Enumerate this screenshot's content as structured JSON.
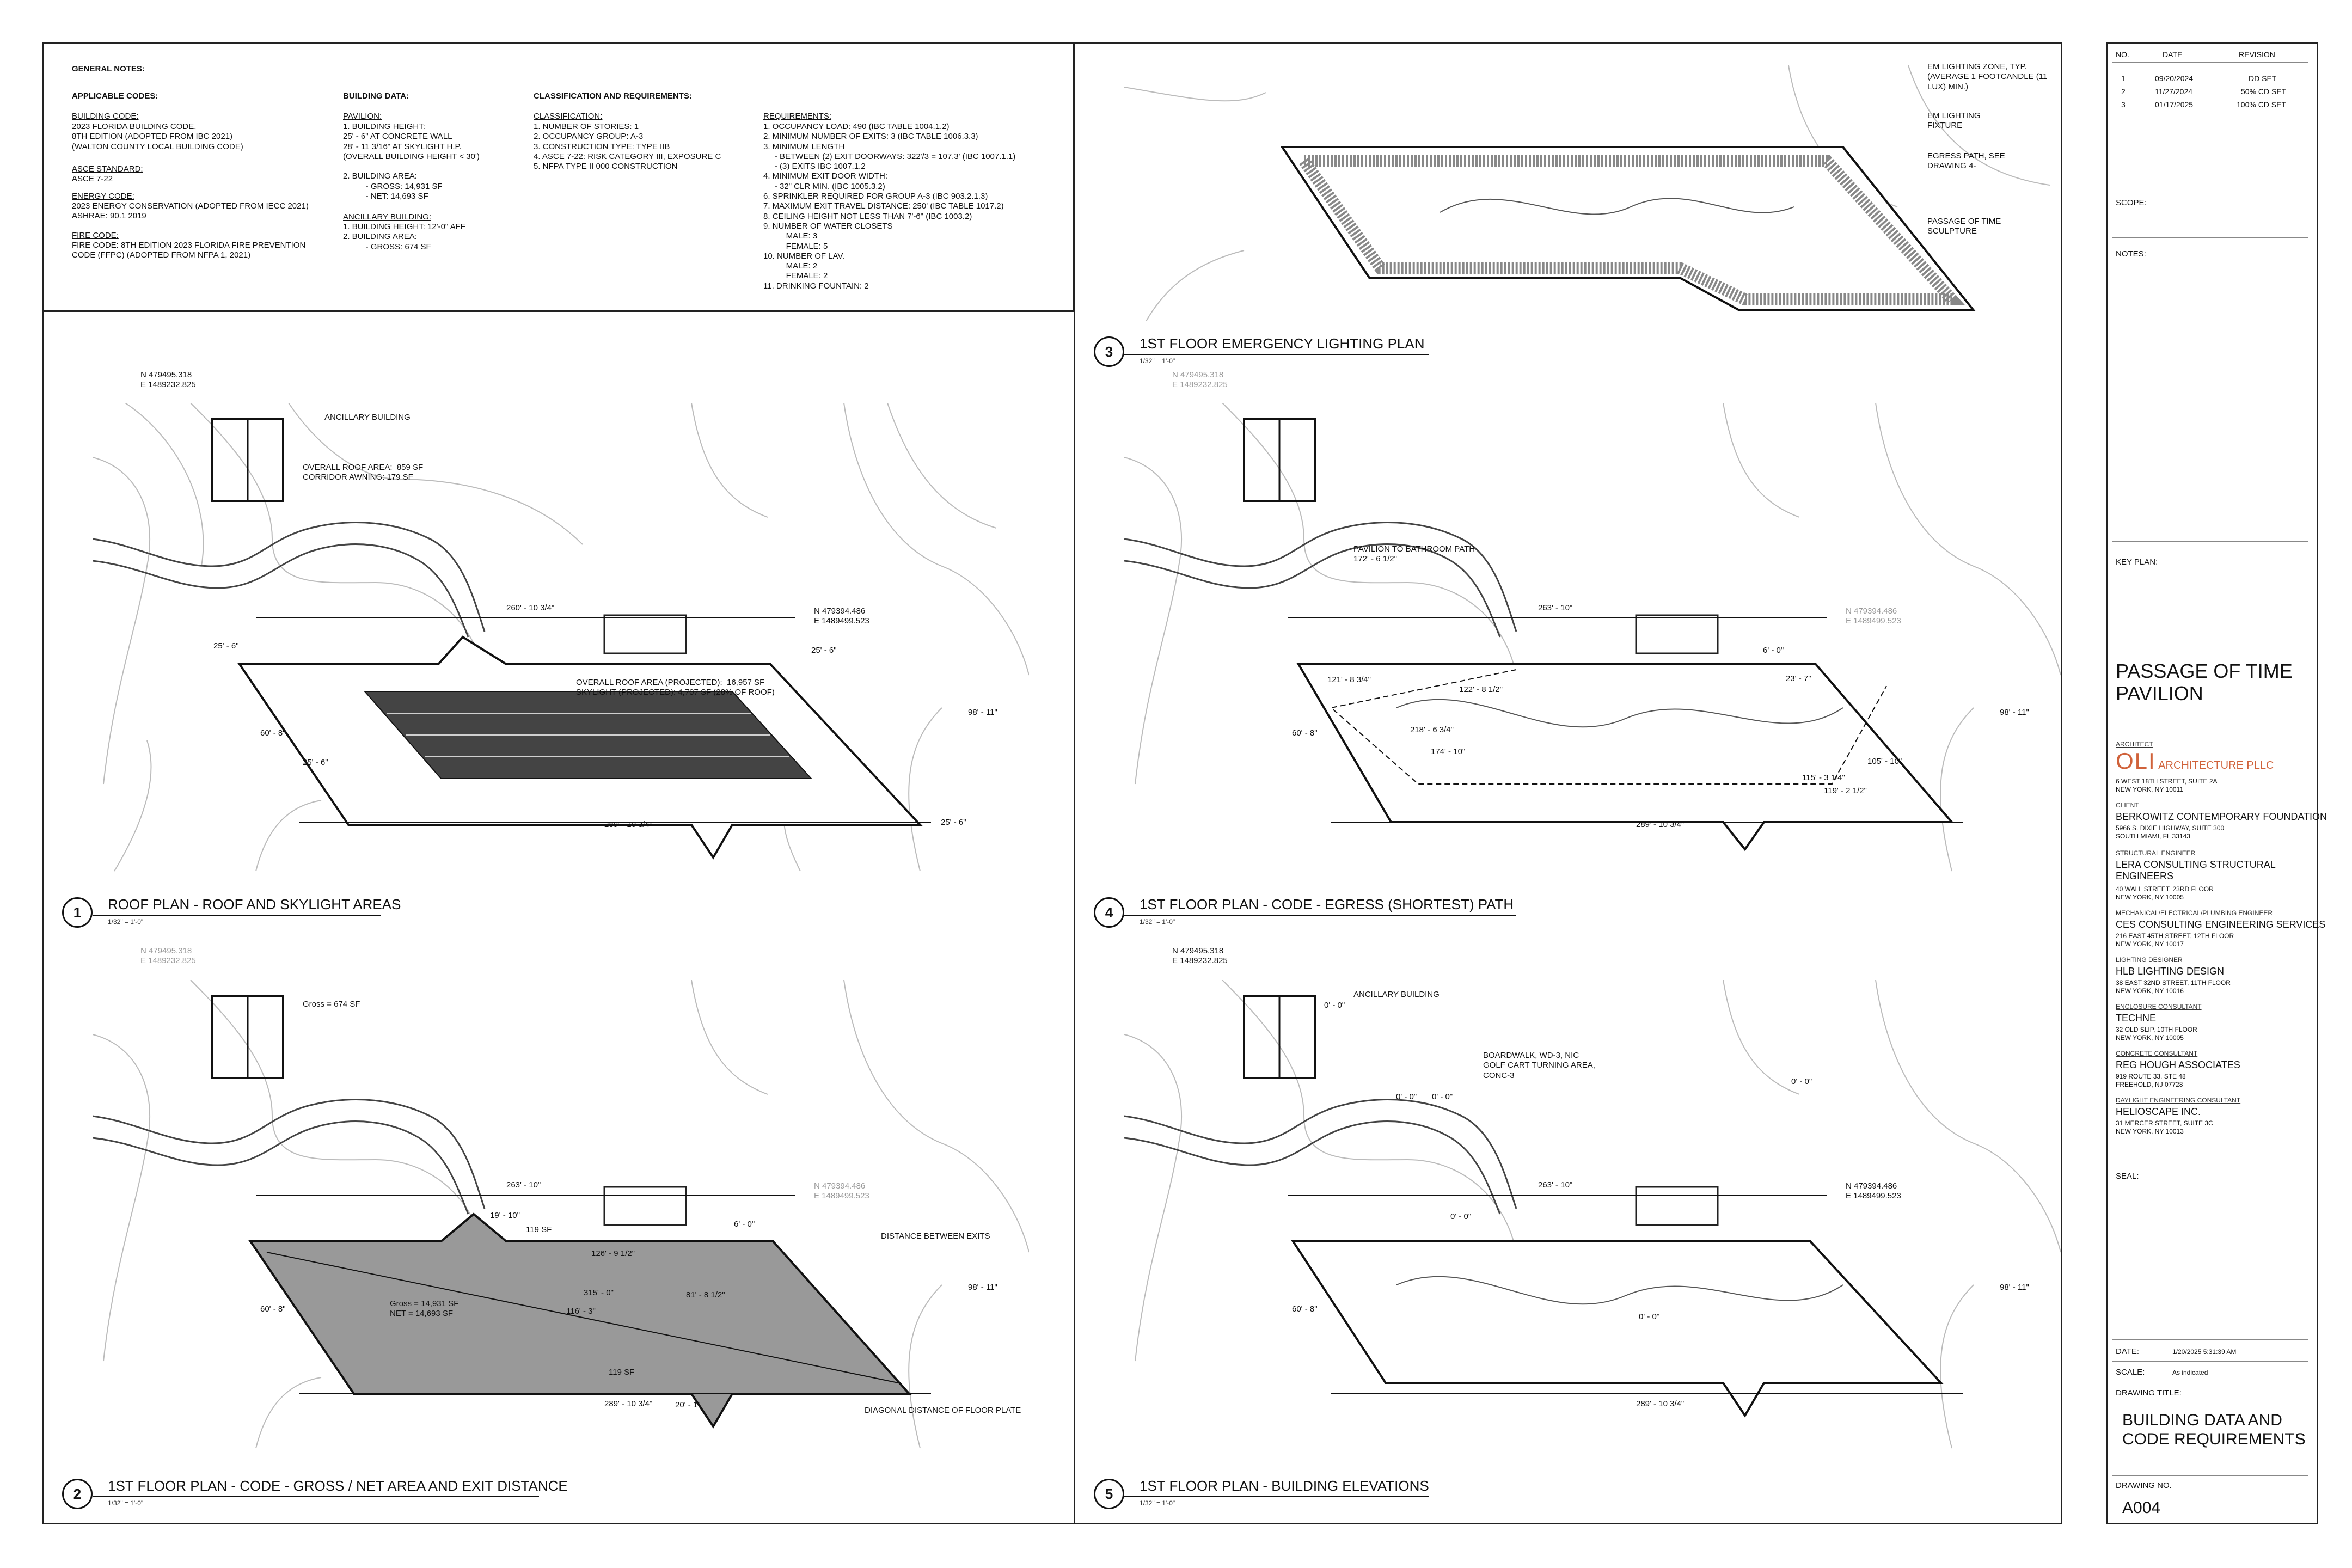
{
  "general_notes": {
    "title": "GENERAL NOTES:",
    "applicable_codes": {
      "heading": "APPLICABLE CODES:",
      "building_code_head": "BUILDING CODE:",
      "building_code": "2023 FLORIDA BUILDING CODE,\n8TH EDITION (ADOPTED FROM IBC 2021)\n(WALTON COUNTY LOCAL BUILDING CODE)",
      "asce_head": "ASCE STANDARD:",
      "asce": "ASCE 7-22",
      "energy_head": "ENERGY CODE:",
      "energy": "2023 ENERGY CONSERVATION (ADOPTED FROM IECC 2021)\nASHRAE: 90.1 2019",
      "fire_head": "FIRE CODE:",
      "fire": "FIRE CODE: 8TH EDITION 2023 FLORIDA FIRE PREVENTION\nCODE (FFPC) (ADOPTED FROM NFPA 1, 2021)"
    },
    "building_data": {
      "heading": "BUILDING DATA:",
      "pavilion_head": "PAVILION:",
      "pavilion": "1. BUILDING HEIGHT:\n25' - 6\" AT CONCRETE WALL\n28' - 11 3/16\" AT SKYLIGHT H.P.\n(OVERALL BUILDING HEIGHT < 30')\n\n2. BUILDING AREA:\n          - GROSS: 14,931 SF\n          - NET: 14,693 SF",
      "ancillary_head": "ANCILLARY BUILDING:",
      "ancillary": "1. BUILDING HEIGHT: 12'-0\" AFF\n2. BUILDING AREA:\n          - GROSS: 674 SF"
    },
    "classification": {
      "heading": "CLASSIFICATION AND REQUIREMENTS:",
      "sub_head": "CLASSIFICATION:",
      "items": "1. NUMBER OF STORIES: 1\n2. OCCUPANCY GROUP: A-3\n3. CONSTRUCTION TYPE: TYPE IIB\n4. ASCE 7-22: RISK CATEGORY III, EXPOSURE C\n5. NFPA TYPE II 000 CONSTRUCTION"
    },
    "requirements": {
      "heading": "REQUIREMENTS:",
      "items": "1. OCCUPANCY LOAD: 490 (IBC TABLE 1004.1.2)\n2. MINIMUM NUMBER OF EXITS: 3 (IBC TABLE 1006.3.3)\n3. MINIMUM LENGTH\n     - BETWEEN (2) EXIT DOORWAYS: 322'/3 = 107.3' (IBC 1007.1.1)\n     - (3) EXITS IBC 1007.1.2\n4. MINIMUM EXIT DOOR WIDTH:\n     - 32\" CLR MIN. (IBC 1005.3.2)\n6. SPRINKLER REQUIRED FOR GROUP A-3 (IBC 903.2.1.3)\n7. MAXIMUM EXIT TRAVEL DISTANCE: 250' (IBC TABLE 1017.2)\n8. CEILING HEIGHT NOT LESS THAN 7'-6\" (IBC 1003.2)\n9. NUMBER OF WATER CLOSETS\n          MALE: 3\n          FEMALE: 5\n10. NUMBER OF LAV.\n          MALE: 2\n          FEMALE: 2\n11. DRINKING FOUNTAIN: 2"
    }
  },
  "views": [
    {
      "num": "1",
      "title": "ROOF PLAN - ROOF AND SKYLIGHT AREAS",
      "scale": "1/32\" = 1'-0\""
    },
    {
      "num": "2",
      "title": "1ST FLOOR PLAN - CODE - GROSS / NET AREA AND EXIT DISTANCE",
      "scale": "1/32\" = 1'-0\""
    },
    {
      "num": "3",
      "title": "1ST FLOOR EMERGENCY LIGHTING PLAN",
      "scale": "1/32\" = 1'-0\""
    },
    {
      "num": "4",
      "title": "1ST FLOOR PLAN - CODE - EGRESS (SHORTEST) PATH",
      "scale": "1/32\" = 1'-0\""
    },
    {
      "num": "5",
      "title": "1ST FLOOR PLAN - BUILDING ELEVATIONS",
      "scale": "1/32\" = 1'-0\""
    }
  ],
  "annotations": {
    "v1": {
      "coord_nw": "N 479495.318\nE 1489232.825",
      "ancillary": "ANCILLARY BUILDING",
      "roof_area": "OVERALL ROOF AREA:  859 SF\nCORRIDOR AWNING: 179 SF",
      "dim_top": "260' - 10 3/4\"",
      "coord_ne": "N 479394.486\nE 1489499.523",
      "overall": "OVERALL ROOF AREA (PROJECTED):  16,957 SF\nSKYLIGHT (PROJECTED): 4,707 SF (28% OF ROOF)",
      "d1": "25' - 6\"",
      "d2": "25' - 6\"",
      "d3": "25' - 6\"",
      "d4": "25' - 6\"",
      "d5": "60' - 8\"",
      "d6": "98' - 11\"",
      "dim_bot": "289' - 10 3/4\""
    },
    "v2": {
      "coord_nw": "N 479495.318\nE 1489232.825",
      "gross_anc": "Gross = 674 SF",
      "dim_top": "263' - 10\"",
      "coord_ne": "N 479394.486\nE 1489499.523",
      "d19": "19' - 10\"",
      "sf119a": "119 SF",
      "d126": "126' - 9 1/2\"",
      "d6": "6' - 0\"",
      "distance_exits": "DISTANCE BETWEEN EXITS",
      "d315": "315' - 0\"",
      "d116": "116' - 3\"",
      "d81": "81' - 8 1/2\"",
      "gross_net": "Gross = 14,931 SF\nNET = 14,693 SF",
      "sf119b": "119 SF",
      "d60": "60' - 8\"",
      "d98": "98' - 11\"",
      "diag": "DIAGONAL DISTANCE OF FLOOR PLATE",
      "dim_bot": "289' - 10 3/4\"",
      "d20": "20' - 1\""
    },
    "v3": {
      "em_zone": "EM LIGHTING ZONE, TYP.\n(AVERAGE 1 FOOTCANDLE (11\nLUX) MIN.)",
      "em_fixture": "EM LIGHTING\nFIXTURE",
      "egress": "EGRESS PATH, SEE\nDRAWING 4-",
      "passage": "PASSAGE OF TIME\nSCULPTURE"
    },
    "v4": {
      "coord_nw": "N 479495.318\nE 1489232.825",
      "path": "PAVILION TO BATHROOM PATH\n172' - 6 1/2\"",
      "dim_top": "263' - 10\"",
      "coord_ne": "N 479394.486\nE 1489499.523",
      "d121": "121' - 8 3/4\"",
      "d122": "122' - 8 1/2\"",
      "d6": "6' - 0\"",
      "d23": "23' - 7\"",
      "d218": "218' - 6 3/4\"",
      "d174": "174' - 10\"",
      "d105": "105' - 10\"",
      "d115": "115' - 3 1/4\"",
      "d119": "119' - 2 1/2\"",
      "d60": "60' - 8\"",
      "d98": "98' - 11\"",
      "dim_bot": "289' - 10 3/4\""
    },
    "v5": {
      "coord_nw": "N 479495.318\nE 1489232.825",
      "ancillary": "ANCILLARY BUILDING",
      "el0a": "0' - 0\"",
      "boardwalk": "BOARDWALK, WD-3, NIC\nGOLF CART TURNING AREA,\nCONC-3",
      "el0b": "0' - 0\"",
      "el0c": "0' - 0\"",
      "el0d": "0' - 0\"",
      "dim_top": "263' - 10\"",
      "coord_ne": "N 479394.486\nE 1489499.523",
      "el0e": "0' - 0\"",
      "el0f": "0' - 0\"",
      "d60": "60' - 8\"",
      "d98": "98' - 11\"",
      "dim_bot": "289' - 10 3/4\""
    }
  },
  "titleblock": {
    "rev_headers": [
      "NO.",
      "DATE",
      "REVISION"
    ],
    "revisions": [
      [
        "1",
        "09/20/2024",
        "DD SET"
      ],
      [
        "2",
        "11/27/2024",
        "50% CD SET"
      ],
      [
        "3",
        "01/17/2025",
        "100% CD SET"
      ]
    ],
    "scope": "SCOPE:",
    "notes": "NOTES:",
    "key_plan": "KEY PLAN:",
    "project_name": "PASSAGE OF TIME\nPAVILION",
    "architect_head": "ARCHITECT",
    "architect_logo": "OLI",
    "architect_name": "ARCHITECTURE PLLC",
    "architect_addr": "6 WEST 18TH STREET, SUITE 2A\nNEW YORK, NY 10011",
    "consultants": [
      {
        "role": "CLIENT",
        "name": "BERKOWITZ CONTEMPORARY FOUNDATION",
        "addr": "5966 S. DIXIE HIGHWAY, SUITE 300\nSOUTH MIAMI, FL 33143"
      },
      {
        "role": "STRUCTURAL ENGINEER",
        "name": "LERA CONSULTING STRUCTURAL\nENGINEERS",
        "addr": "40 WALL STREET, 23RD FLOOR\nNEW YORK, NY 10005"
      },
      {
        "role": "MECHANICAL/ELECTRICAL/PLUMBING ENGINEER",
        "name": "CES CONSULTING ENGINEERING SERVICES",
        "addr": "216 EAST 45TH STREET, 12TH FLOOR\nNEW YORK, NY 10017"
      },
      {
        "role": "LIGHTING DESIGNER",
        "name": "HLB LIGHTING DESIGN",
        "addr": "38 EAST 32ND STREET, 11TH FLOOR\nNEW YORK, NY 10016"
      },
      {
        "role": "ENCLOSURE CONSULTANT",
        "name": "TECHNE",
        "addr": "32 OLD SLIP, 10TH FLOOR\nNEW YORK, NY 10005"
      },
      {
        "role": "CONCRETE CONSULTANT",
        "name": "REG HOUGH ASSOCIATES",
        "addr": "919 ROUTE 33, STE 48\nFREEHOLD, NJ 07728"
      },
      {
        "role": "DAYLIGHT ENGINEERING CONSULTANT",
        "name": "HELIOSCAPE INC.",
        "addr": "31 MERCER STREET, SUITE 3C\nNEW YORK, NY 10013"
      }
    ],
    "seal": "SEAL:",
    "date_label": "DATE:",
    "date_value": "1/20/2025 5:31:39 AM",
    "scale_label": "SCALE:",
    "scale_value": "As indicated",
    "drawing_title_label": "DRAWING TITLE:",
    "drawing_title": "BUILDING DATA AND\nCODE REQUIREMENTS",
    "drawing_no_label": "DRAWING NO.",
    "drawing_no": "A004"
  }
}
